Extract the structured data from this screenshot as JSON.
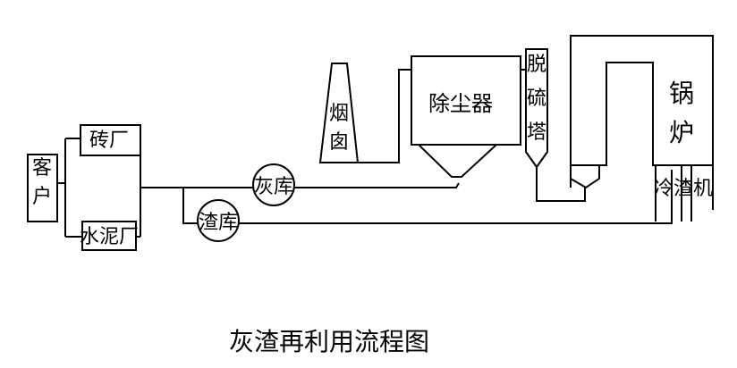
{
  "nodes": {
    "customer": "客户",
    "brick_factory": "砖厂",
    "cement_factory": "水泥厂",
    "ash_store": "灰库",
    "slag_store": "渣库",
    "chimney": "烟囱",
    "dust_collector": "除尘器",
    "desulfurization_tower": "脱硫塔",
    "boiler": "锅炉",
    "slag_cooler": "冷渣机"
  },
  "caption": "灰渣再利用流程图"
}
